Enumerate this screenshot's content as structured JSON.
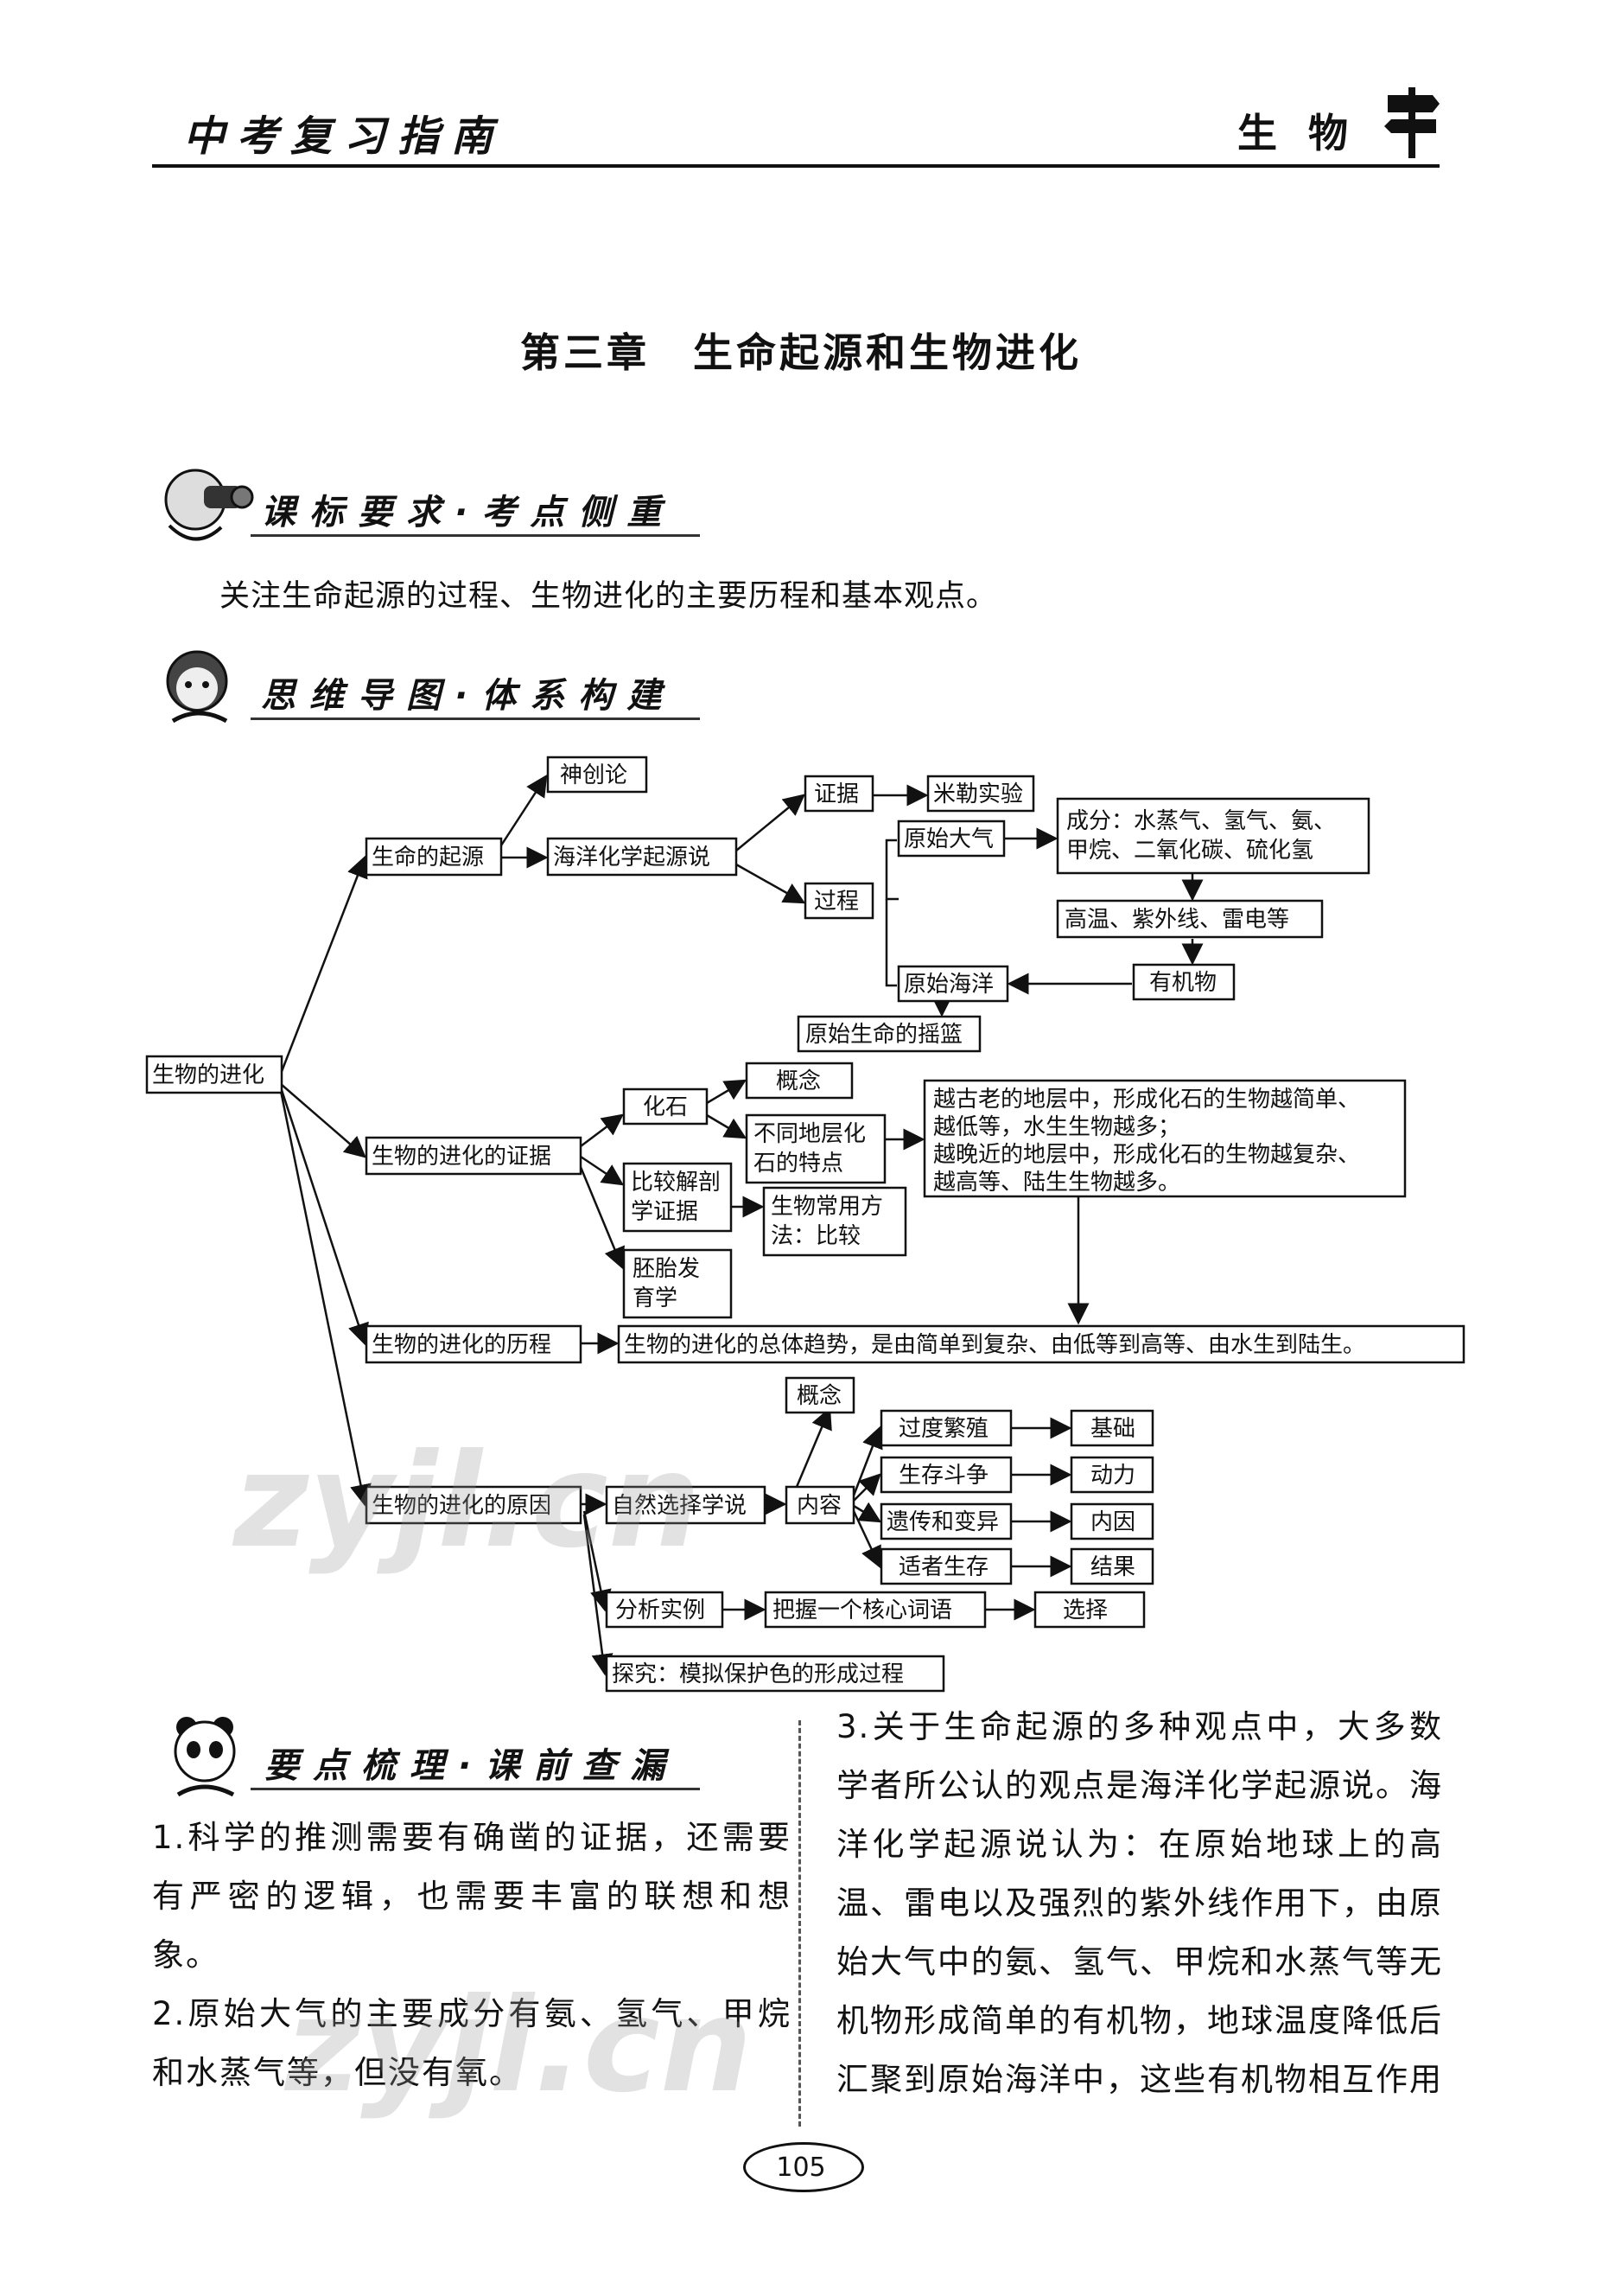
{
  "header": {
    "left": "中考复习指南",
    "right": "生物"
  },
  "title": "第三章　生命起源和生物进化",
  "sections": {
    "s1": "课标要求·考点侧重",
    "s2": "思维导图·体系构建",
    "s3": "要点梳理·课前查漏"
  },
  "requirement": "关注生命起源的过程、生物进化的主要历程和基本观点。",
  "mindmap": {
    "root": "生物的进化",
    "origin": "生命的起源",
    "creation": "神创论",
    "ocean_theory": "海洋化学起源说",
    "evidence": "证据",
    "miller": "米勒实验",
    "process": "过程",
    "primitive_atm": "原始大气",
    "composition_1": "成分：水蒸气、氢气、氨、",
    "composition_2": "甲烷、二氧化碳、硫化氢",
    "energy": "高温、紫外线、雷电等",
    "organic": "有机物",
    "primitive_ocean": "原始海洋",
    "cradle": "原始生命的摇篮",
    "evo_evidence": "生物的进化的证据",
    "fossil": "化石",
    "concept1": "概念",
    "strata_1": "不同地层化",
    "strata_2": "石的特点",
    "strata_desc": [
      "越古老的地层中，形成化石的生物越简单、",
      "越低等，水生生物越多；",
      "越晚近的地层中，形成化石的生物越复杂、",
      "越高等、陆生生物越多。"
    ],
    "anatomy_1": "比较解剖",
    "anatomy_2": "学证据",
    "method_1": "生物常用方",
    "method_2": "法：比较",
    "embryo_1": "胚胎发",
    "embryo_2": "育学",
    "evo_history": "生物的进化的历程",
    "trend": "生物的进化的总体趋势，是由简单到复杂、由低等到高等、由水生到陆生。",
    "evo_cause": "生物的进化的原因",
    "natural_selection": "自然选择学说",
    "concept2": "概念",
    "content": "内容",
    "overbreed": "过度繁殖",
    "basis": "基础",
    "struggle": "生存斗争",
    "motive": "动力",
    "heredity": "遗传和变异",
    "internal": "内因",
    "survival": "适者生存",
    "result": "结果",
    "example": "分析实例",
    "keyword": "把握一个核心词语",
    "selection": "选择",
    "explore": "探究：模拟保护色的形成过程"
  },
  "points": {
    "left": [
      "1.科学的推测需要有确凿的证据，还需要有严密的逻辑，也需要丰富的联想和想象。",
      "2.原始大气的主要成分有氨、氢气、甲烷和水蒸气等，但没有氧。"
    ],
    "right": "3.关于生命起源的多种观点中，大多数学者所公认的观点是海洋化学起源说。海洋化学起源说认为：在原始地球上的高温、雷电以及强烈的紫外线作用下，由原始大气中的氨、氢气、甲烷和水蒸气等无机物形成简单的有机物，地球温度降低后汇聚到原始海洋中，这些有机物相互作用"
  },
  "watermark": "zyjl.cn",
  "page_number": "105"
}
